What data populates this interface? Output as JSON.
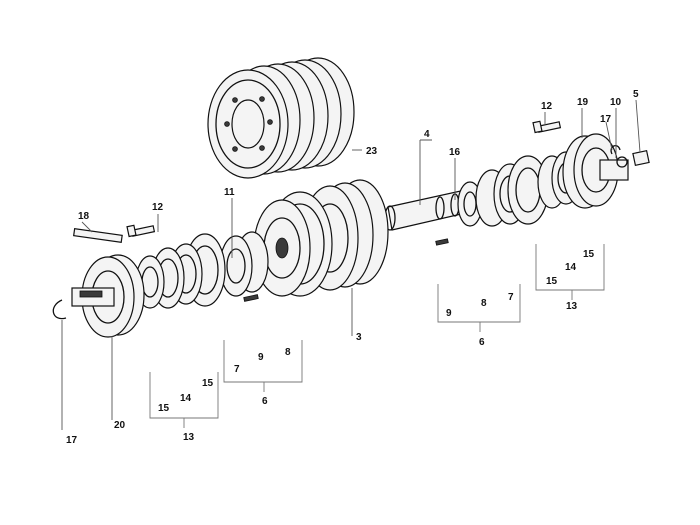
{
  "diagram": {
    "callouts": {
      "c23": "23",
      "c4": "4",
      "c16": "16",
      "c12_right": "12",
      "c19": "19",
      "c10": "10",
      "c5": "5",
      "c17_right": "17",
      "c18": "18",
      "c12_left": "12",
      "c11": "11",
      "c3": "3",
      "c7_mid": "7",
      "c9_mid": "9",
      "c8_mid": "8",
      "c6_mid": "6",
      "c9_right": "9",
      "c8_right": "8",
      "c7_right": "7",
      "c6_right": "6",
      "c15_right_a": "15",
      "c14_right": "14",
      "c15_right_b": "15",
      "c13_right": "13",
      "c15_left_a": "15",
      "c14_left": "14",
      "c15_left_b": "15",
      "c13_left": "13",
      "c20": "20",
      "c17_left": "17"
    }
  }
}
